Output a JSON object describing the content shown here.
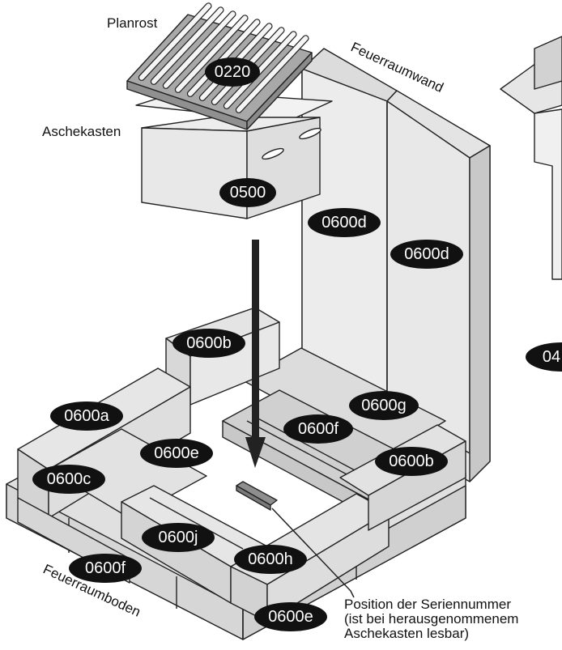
{
  "labels": {
    "planrost": "Planrost",
    "aschekasten": "Aschekasten",
    "feuerraumwand": "Feuerraumwand",
    "feuerraumboden": "Feuerraumboden",
    "serial_line1": "Position der Seriennummer",
    "serial_line2": "(ist bei herausgenommenem",
    "serial_line3": "Aschekasten lesbar)"
  },
  "badges": {
    "b0220": "0220",
    "b0500": "0500",
    "b0600d_left": "0600d",
    "b0600d_right": "0600d",
    "b0600b_top": "0600b",
    "b0600a": "0600a",
    "b0600g": "0600g",
    "b0600f_center": "0600f",
    "b0600e_inner": "0600e",
    "b0600b_right": "0600b",
    "b0600c": "0600c",
    "b0600j": "0600j",
    "b0600h": "0600h",
    "b0600f_bottom": "0600f",
    "b0600e_bottom": "0600e",
    "b04_cut": "04"
  },
  "colors": {
    "light": "#e6e6e6",
    "mid": "#d2d2d2",
    "dark": "#b4b4b4",
    "badge": "#111111",
    "grate": "#a8a8a8"
  }
}
